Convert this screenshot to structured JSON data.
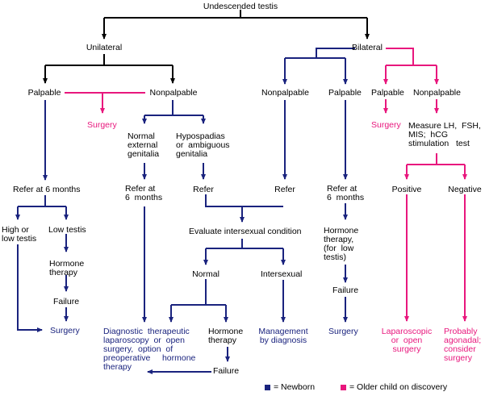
{
  "colors": {
    "newborn": "#1a237e",
    "older": "#e8177d",
    "common": "#000000"
  },
  "labels": {
    "root": "Undescended testis",
    "unilateral": "Unilateral",
    "bilateral": "Bilateral",
    "u_palpable": "Palpable",
    "u_nonpalpable": "Nonpalpable",
    "u_surgery": "Surgery",
    "normal_genitalia": "Normal\nexternal\ngenitalia",
    "hypospadias": "Hypospadias\nor  ambiguous\ngenitalia",
    "refer_6": "Refer  at   6  months",
    "refer_at_6_b": "Refer at\n6  months",
    "refer_hyp": "Refer",
    "high_low": "High or\nlow testis",
    "low_testis": "Low testis",
    "hormone_u": "Hormone\ntherapy",
    "failure_u": "Failure",
    "surgery_u": "Surgery",
    "evaluate": "Evaluate  intersexual   condition",
    "normal": "Normal",
    "intersexual": "Intersexual",
    "diagnostic": "Diagnostic  therapeutic\nlaparoscopy  or  open\nsurgery,  option  of\npreoperative     hormone\ntherapy",
    "hormone_n": "Hormone\ntherapy",
    "failure_n": "Failure",
    "management": "Management\nby diagnosis",
    "b_nonpalp": "Nonpalpable",
    "b_refer": "Refer",
    "b_palp": "Palpable",
    "b_refer6": "Refer at\n6  months",
    "b_hormone": "Hormone\ntherapy,\n(for  low\ntestis)",
    "b_failure": "Failure",
    "b_surgery": "Surgery",
    "o_palpable": "Palpable",
    "o_surgery": "Surgery",
    "o_nonpalp": "Nonpalpable",
    "measure": "Measure LH,  FSH,\nMIS;  hCG\nstimulation   test",
    "positive": "Positive",
    "negative": "Negative",
    "lap_open": "Laparoscopic\nor  open\nsurgery",
    "agonadal": "Probably\nagonadal;\nconsider\nsurgery"
  },
  "legend": {
    "newborn": "= Newborn",
    "older": "= Older child  on discovery"
  }
}
